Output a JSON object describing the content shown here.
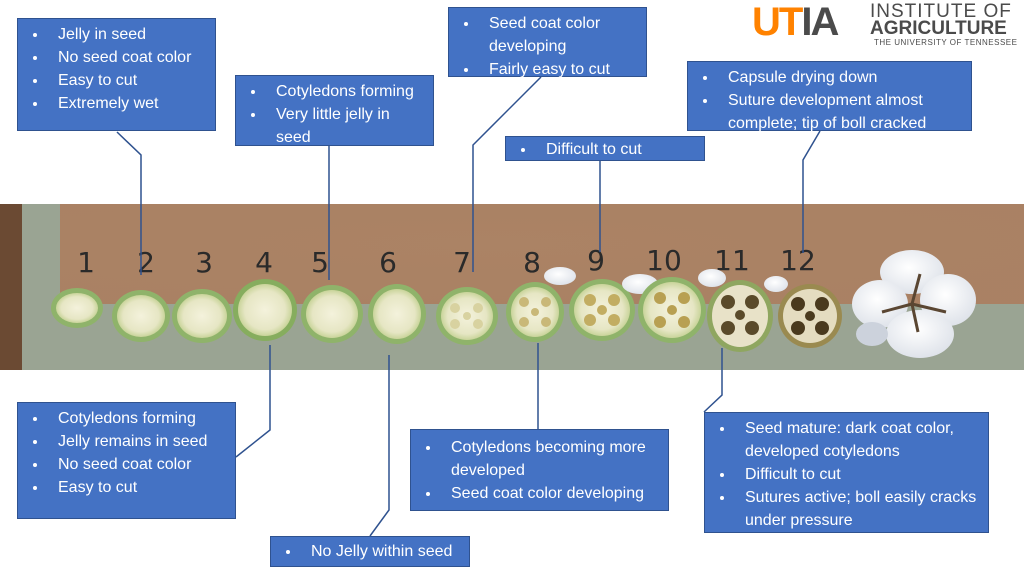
{
  "logo": {
    "mark_ut": "UT",
    "mark_ia": "IA",
    "line1": "INSTITUTE OF",
    "line2": "AGRICULTURE",
    "line3": "THE UNIVERSITY OF TENNESSEE"
  },
  "photo": {
    "boll_numbers": [
      "1",
      "2",
      "3",
      "4",
      "5",
      "6",
      "7",
      "8",
      "9",
      "10",
      "11",
      "12"
    ]
  },
  "callouts": {
    "c2": [
      "Jelly in seed",
      "No seed coat color",
      "Easy to cut",
      "Extremely wet"
    ],
    "c4": [
      "Cotyledons forming",
      "Jelly remains in seed",
      "No seed coat color",
      "Easy to cut"
    ],
    "c5": [
      "Cotyledons forming",
      "Very little jelly in seed"
    ],
    "c6": [
      "No Jelly within seed"
    ],
    "c7": [
      "Seed coat color developing",
      "Fairly easy to cut"
    ],
    "c8": [
      "Cotyledons becoming more developed",
      "Seed coat color developing"
    ],
    "c9": [
      "Difficult to cut"
    ],
    "c11": [
      "Seed mature: dark coat color, developed cotyledons",
      "Difficult to cut",
      "Sutures active; boll easily cracks under pressure"
    ],
    "c12": [
      "Capsule drying down",
      "Suture development almost complete; tip of boll cracked"
    ]
  },
  "colors": {
    "callout_fill": "#4472c4",
    "leader_line": "#2f528f",
    "brand_orange": "#ff8200",
    "table_brown": "#a67b5b",
    "boll_green": "#8fb36a"
  }
}
